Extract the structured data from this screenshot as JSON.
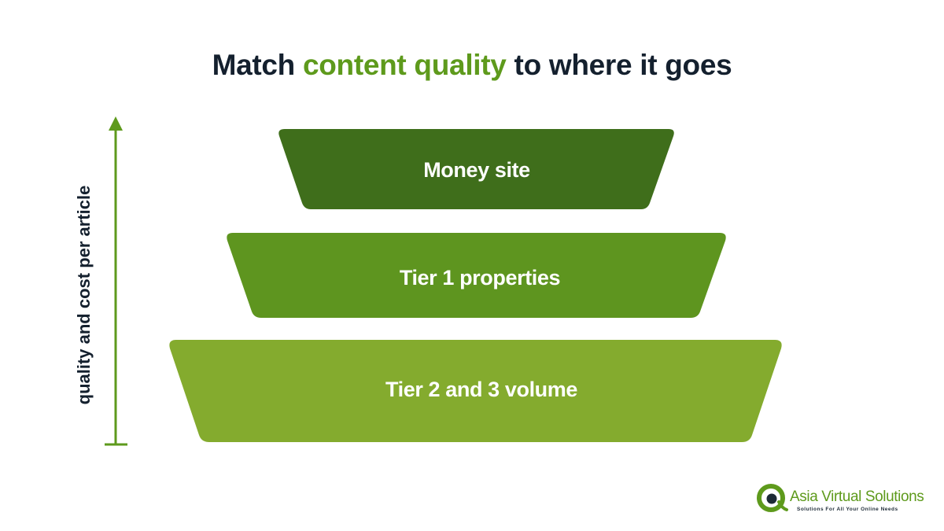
{
  "title": {
    "prefix": "Match ",
    "highlight": "content quality",
    "suffix": " to where it goes",
    "highlight_color": "#5e9a1c",
    "text_color": "#14202e"
  },
  "axis": {
    "label": "quality and cost per article",
    "direction": "up",
    "color": "#5e9a1c"
  },
  "tiers": [
    {
      "label": "Money site",
      "rank": 1,
      "color": "#3f6e1b"
    },
    {
      "label": "Tier 1 properties",
      "rank": 2,
      "color": "#5e951f"
    },
    {
      "label": "Tier 2 and 3 volume",
      "rank": 3,
      "color": "#84ab2e"
    }
  ],
  "logo": {
    "name": "Asia Virtual Solutions",
    "tagline": "Solutions For All Your Online Needs",
    "icon": "avs-logo-icon",
    "color": "#5e9a1c"
  }
}
